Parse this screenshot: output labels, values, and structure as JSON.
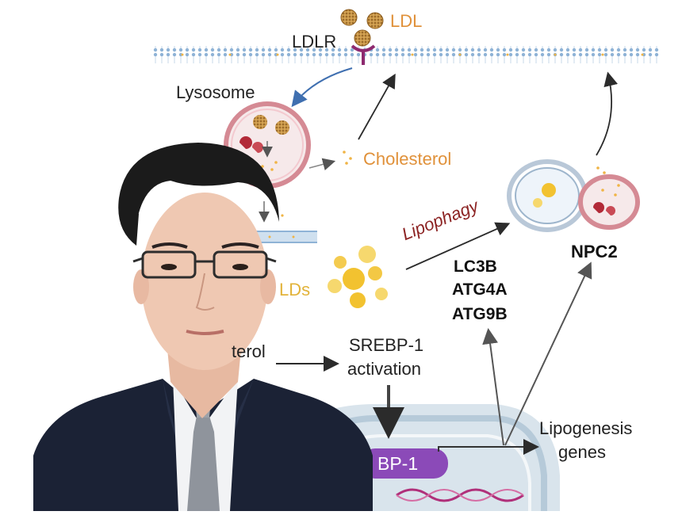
{
  "labels": {
    "ldl": "LDL",
    "ldlr": "LDLR",
    "lysosome": "Lysosome",
    "cholesterol": "Cholesterol",
    "lipophagy": "Lipophagy",
    "npc2": "NPC2",
    "genes_autophagy": [
      "LC3B",
      "ATG4A",
      "ATG9B"
    ],
    "lds": "LDs",
    "sterol_partial": "terol",
    "srebp_line1": "SREBP-1",
    "srebp_line2": "activation",
    "srebp_nucleus_partial": "BP-1",
    "lipogenesis_line1": "Lipogenesis",
    "lipogenesis_line2": "genes"
  },
  "colors": {
    "membrane": "#8fb3d6",
    "ldl_particle": "#b07a2a",
    "lysosome_fill": "#f6e9ea",
    "lysosome_border": "#d58a94",
    "lipid_droplet": "#f2c230",
    "receptor": "#8e2a6f",
    "nucleus_fill": "#d9e4ec",
    "srebp_box": "#8b4ab8",
    "lipophagy_text": "#8c2323",
    "blue_arrow": "#3f6fb0"
  },
  "portrait": {
    "icon": "person-photo",
    "suit": "#1b2235",
    "shirt": "#f2f3f5",
    "tie": "#8f949c",
    "skin": "#efc8b2",
    "hair": "#1b1b1b"
  }
}
